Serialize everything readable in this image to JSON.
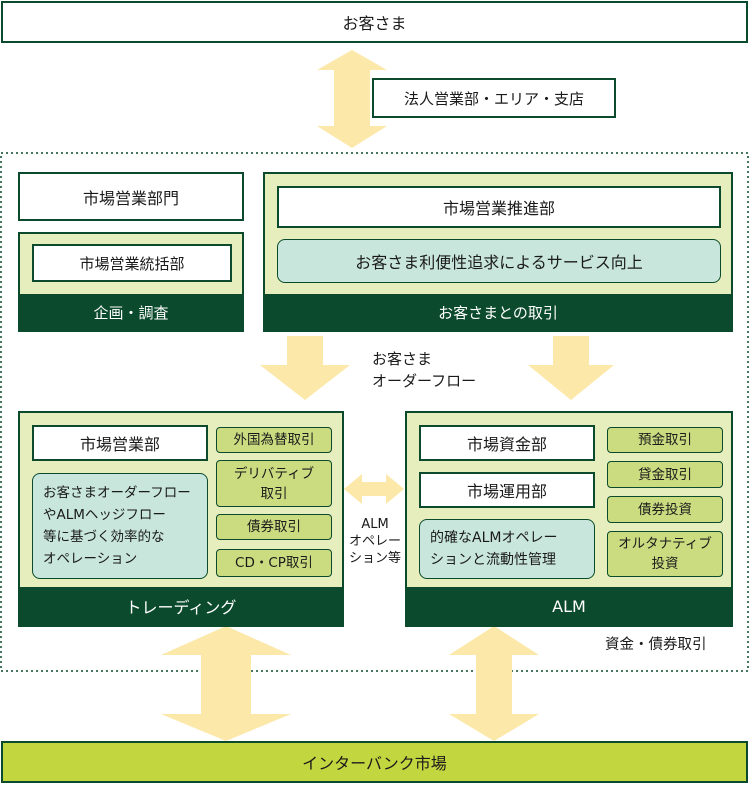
{
  "top": {
    "customer": "お客さま",
    "corporate": "法人営業部・エリア・支店"
  },
  "left": {
    "division": "市場営業部門",
    "control": "市場営業統括部",
    "planning": "企画・調査"
  },
  "right": {
    "promotion": "市場営業推進部",
    "service": "お客さま利便性追求によるサービス向上",
    "footer": "お客さまとの取引"
  },
  "flow_label": [
    "お客さま",
    "オーダーフロー"
  ],
  "trading": {
    "title": "市場営業部",
    "desc": [
      "お客さまオーダーフロー",
      "やALMヘッジフロー",
      "等に基づく効率的な",
      "オペレーション"
    ],
    "products": [
      "外国為替取引",
      "デリバティブ",
      "取引",
      "債券取引",
      "CD・CP取引"
    ],
    "footer": "トレーディング"
  },
  "middle_label": [
    "ALM",
    "オペレー",
    "ション等"
  ],
  "alm": {
    "title1": "市場資金部",
    "title2": "市場運用部",
    "desc": [
      "的確なALMオペレー",
      "ションと流動性管理"
    ],
    "products": [
      "預金取引",
      "貸金取引",
      "債券投資",
      "オルタナティブ",
      "投資"
    ],
    "footer": "ALM"
  },
  "fund_label": "資金・債券取引",
  "bottom": {
    "interbank": "インターバンク市場"
  }
}
